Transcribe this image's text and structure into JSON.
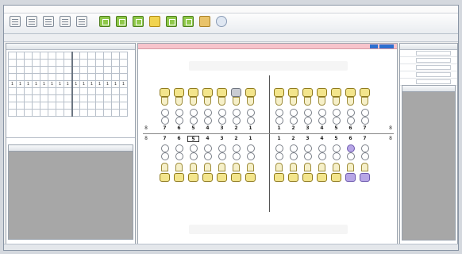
{
  "menu": {
    "items": [
      "",
      "",
      "",
      "",
      "",
      ""
    ]
  },
  "toolbar": {
    "buttons": [
      {
        "label": "",
        "icon": "document-icon"
      },
      {
        "label": "",
        "icon": "document-icon"
      },
      {
        "label": "",
        "icon": "document-icon"
      },
      {
        "label": "",
        "icon": "document-icon"
      },
      {
        "label": "",
        "icon": "document-icon"
      },
      {
        "label": "",
        "icon": "chart-icon"
      },
      {
        "label": "",
        "icon": "chart-icon"
      },
      {
        "label": "",
        "icon": "chart-icon"
      },
      {
        "label": "",
        "icon": "tooth-icon"
      },
      {
        "label": "",
        "icon": "chart-icon"
      },
      {
        "label": "",
        "icon": "image-icon"
      },
      {
        "label": "",
        "icon": "folder-icon"
      },
      {
        "label": "",
        "icon": "cloud-icon"
      }
    ]
  },
  "subbar": {
    "items": [
      "",
      "",
      "",
      "",
      ""
    ]
  },
  "patient": {
    "info": ""
  },
  "left_panel": {
    "header": "",
    "grid_rows": [
      [
        "",
        "",
        "",
        "",
        "",
        "",
        "",
        "",
        "",
        "",
        "",
        "",
        "",
        "",
        ""
      ],
      [
        "",
        "",
        "",
        "",
        "",
        "",
        "",
        "",
        "",
        "",
        "",
        "",
        "",
        "",
        ""
      ],
      [
        "",
        "",
        "",
        "",
        "",
        "",
        "",
        "",
        "",
        "",
        "",
        "",
        "",
        "",
        ""
      ],
      [
        "",
        "",
        "",
        "",
        "",
        "",
        "",
        "",
        "",
        "",
        "",
        "",
        "",
        "",
        ""
      ],
      [
        "1",
        "1",
        "1",
        "1",
        "1",
        "1",
        "1",
        "1",
        "1",
        "1",
        "1",
        "1",
        "1",
        "1",
        "1"
      ],
      [
        "",
        "",
        "",
        "",
        "",
        "",
        "",
        "",
        "",
        "",
        "",
        "",
        "",
        "",
        ""
      ],
      [
        "",
        "",
        "",
        "",
        "",
        "",
        "",
        "",
        "",
        "",
        "",
        "",
        "",
        "",
        ""
      ],
      [
        "",
        "",
        "",
        "",
        "",
        "",
        "",
        "",
        "",
        "",
        "",
        "",
        "",
        "",
        ""
      ],
      [
        "",
        "",
        "",
        "",
        "",
        "",
        "",
        "",
        "",
        "",
        "",
        "",
        "",
        "",
        ""
      ]
    ],
    "section_label": "",
    "list_headers": [
      "",
      ""
    ]
  },
  "chart": {
    "header": "",
    "edge_number": "8",
    "upper_numbers": [
      "7",
      "6",
      "5",
      "4",
      "3",
      "2",
      "1",
      "",
      "1",
      "2",
      "3",
      "4",
      "5",
      "6",
      "7"
    ],
    "lower_numbers": [
      "7",
      "6",
      "5",
      "4",
      "3",
      "2",
      "1",
      "",
      "1",
      "2",
      "3",
      "4",
      "5",
      "6",
      "7"
    ],
    "upper_letters": [
      "",
      "",
      "",
      "",
      "",
      "",
      "",
      "",
      "",
      "",
      "",
      "",
      "",
      "",
      ""
    ],
    "lower_letters": [
      "",
      "",
      "",
      "",
      "",
      "",
      "",
      "",
      "",
      "",
      "",
      "",
      "",
      "",
      ""
    ],
    "boxed_tooth": "5",
    "upper_gray_tooth_index": 5,
    "lower_purple_tooth_indexes": [
      13,
      14
    ]
  },
  "right_panel": {
    "header": "",
    "info_rows": [
      {
        "key": "",
        "value": ""
      },
      {
        "key": "",
        "value": ""
      },
      {
        "key": "",
        "value": ""
      },
      {
        "key": "",
        "value": ""
      },
      {
        "key": "",
        "value": ""
      }
    ],
    "list_header": ""
  },
  "status": {
    "left": "",
    "right": ""
  },
  "colors": {
    "tooth_crown": "#f3e58c",
    "tooth_gray": "#c9ccd3",
    "tooth_purple": "#b7a6e6",
    "chart_header": "#f7c4cc",
    "accent_blue": "#2d6fd0"
  }
}
